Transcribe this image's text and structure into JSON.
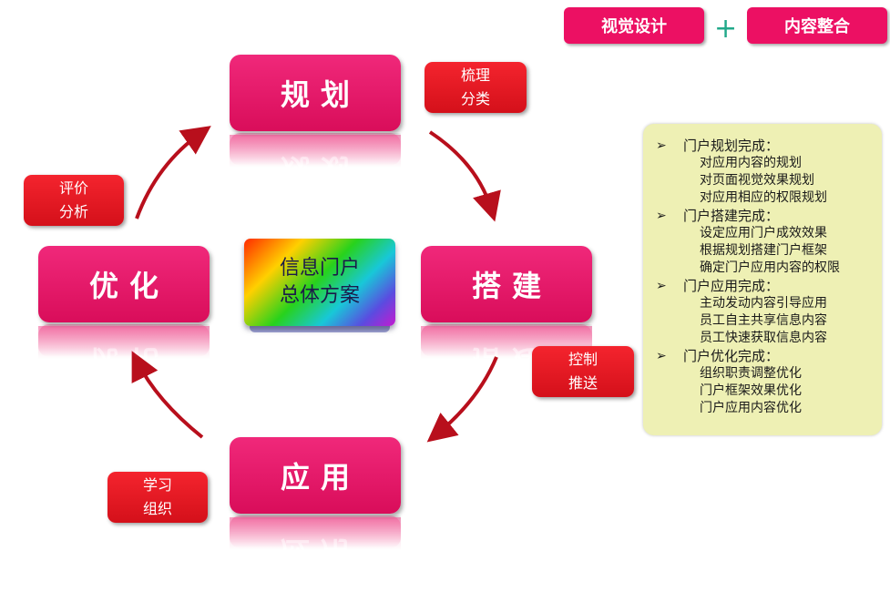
{
  "top": {
    "left_label": "视觉设计",
    "plus": "+",
    "right_label": "内容整合"
  },
  "center": {
    "line1": "信息门户",
    "line2": "总体方案"
  },
  "stages": {
    "plan": "规划",
    "build": "搭建",
    "apply": "应用",
    "optimize": "优化"
  },
  "tags": {
    "sort": [
      "梳理",
      "分类"
    ],
    "control": [
      "控制",
      "推送"
    ],
    "learn": [
      "学习",
      "组织"
    ],
    "evaluate": [
      "评价",
      "分析"
    ]
  },
  "panel": {
    "sections": [
      {
        "title": "门户规划完成：",
        "items": [
          "对应用内容的规划",
          "对页面视觉效果规划",
          "对应用相应的权限规划"
        ]
      },
      {
        "title": "门户搭建完成：",
        "items": [
          "设定应用门户成效效果",
          "根据规划搭建门户框架",
          "确定门户应用内容的权限"
        ]
      },
      {
        "title": "门户应用完成：",
        "items": [
          "主动发动内容引导应用",
          "员工自主共享信息内容",
          "员工快速获取信息内容"
        ]
      },
      {
        "title": "门户优化完成：",
        "items": [
          "组织职责调整优化",
          "门户框架效果优化",
          "门户应用内容优化"
        ]
      }
    ]
  }
}
